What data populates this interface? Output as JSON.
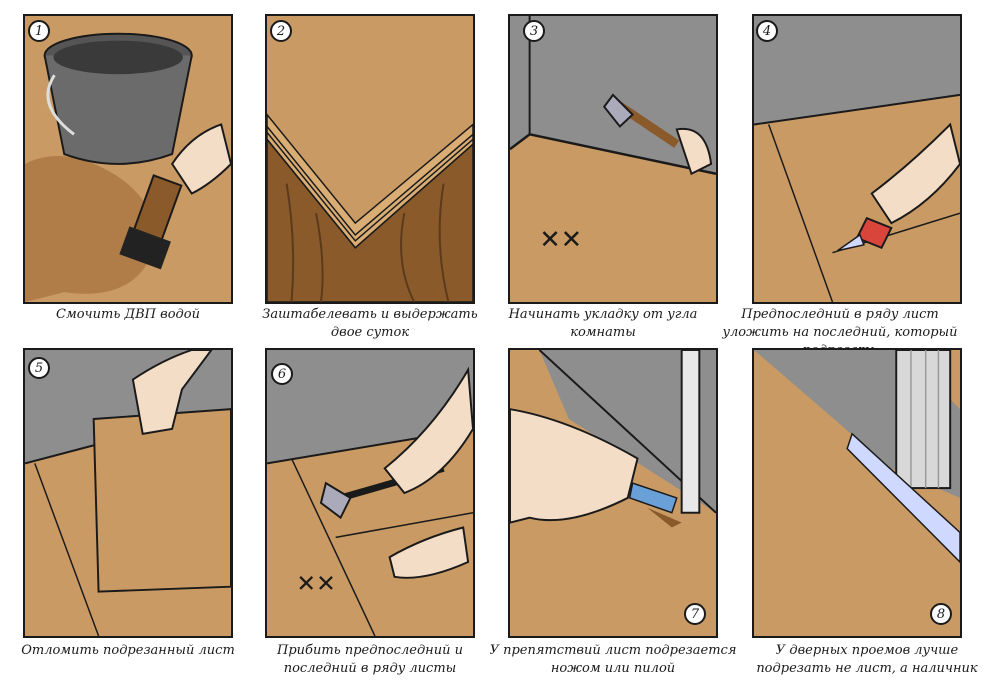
{
  "steps": [
    {
      "number": "1",
      "caption": "Смочить ДВП водой"
    },
    {
      "number": "2",
      "caption": "Заштабелевать и выдержать двое суток"
    },
    {
      "number": "3",
      "caption": "Начинать укладку от угла комнаты"
    },
    {
      "number": "4",
      "caption": "Предпоследний в ряду лист уложить на последний, который подрезать"
    },
    {
      "number": "5",
      "caption": "Отломить подрезанный лист"
    },
    {
      "number": "6",
      "caption": "Прибить предпоследний и последний в ряду листы"
    },
    {
      "number": "7",
      "caption": "У препятствий лист подрезается ножом или пилой"
    },
    {
      "number": "8",
      "caption": "У дверных проемов лучше подрезать не лист, а наличник"
    }
  ],
  "colors": {
    "board": "#c99a63",
    "wall": "#8e8e8e",
    "outline": "#1a1a1a",
    "skin": "#f3ddc6"
  }
}
